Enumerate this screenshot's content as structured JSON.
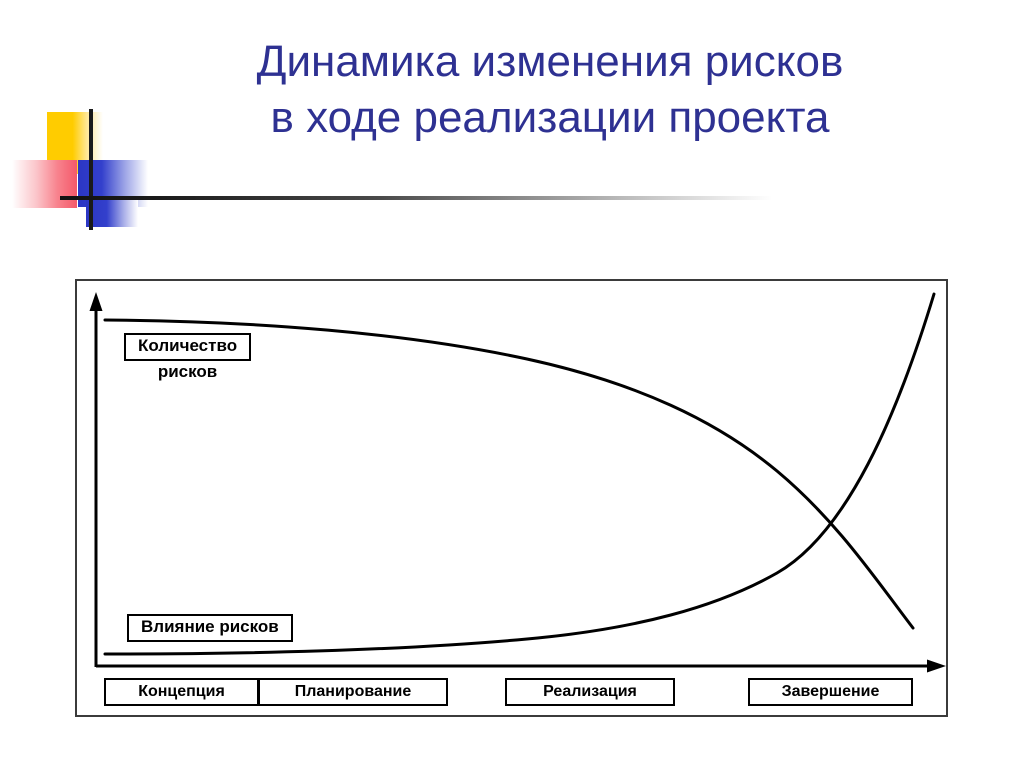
{
  "slide": {
    "title": "Динамика изменения рисков\nв ходе реализации проекта",
    "title_color": "#2E3192",
    "background_color": "#ffffff"
  },
  "ornament": {
    "yellow_color": "#FFCC00",
    "red_color": "#F4596A",
    "blue_color": "#2B36C4",
    "line_color": "#1a1a1a"
  },
  "chart_data": {
    "type": "line",
    "title": "Динамика изменения рисков в ходе реализации проекта",
    "xlabel": "",
    "ylabel": "",
    "grid": false,
    "legend_position": "inline-annotations",
    "axis_style": "arrows",
    "x": [
      0,
      10,
      20,
      30,
      40,
      50,
      60,
      70,
      80,
      90,
      100
    ],
    "categories": [
      "Концепция",
      "Планирование",
      "Реализация",
      "Завершение"
    ],
    "xlim": [
      0,
      100
    ],
    "ylim": [
      0,
      100
    ],
    "series": [
      {
        "name": "Количество рисков",
        "label_line1": "Количество",
        "label_line2": "рисков",
        "shape": "decreasing",
        "color": "#000000",
        "values": [
          96,
          95,
          93,
          90,
          86,
          81,
          74,
          65,
          53,
          36,
          10
        ]
      },
      {
        "name": "Влияние рисков",
        "label_line1": "Влияние рисков",
        "label_line2": "",
        "shape": "increasing",
        "color": "#000000",
        "values": [
          3,
          3,
          4,
          5,
          7,
          10,
          15,
          23,
          36,
          58,
          97
        ]
      }
    ],
    "crossing_point": {
      "x": 81,
      "y": 43
    },
    "annotations": [
      {
        "text": "Количество",
        "boxed": true
      },
      {
        "text": "рисков",
        "boxed": false
      },
      {
        "text": "Влияние рисков",
        "boxed": true
      }
    ]
  },
  "phases": [
    {
      "label": "Концепция"
    },
    {
      "label": "Планирование"
    },
    {
      "label": "Реализация"
    },
    {
      "label": "Завершение"
    }
  ]
}
